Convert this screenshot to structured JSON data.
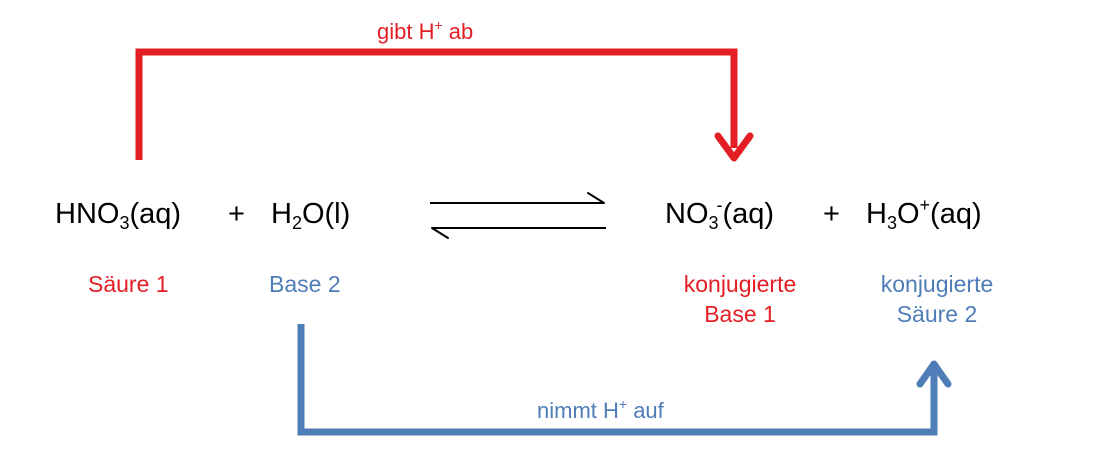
{
  "diagram": {
    "top_arrow": {
      "text": "gibt H",
      "sup": "+",
      "rest": " ab",
      "color": "#e31e24"
    },
    "bottom_arrow": {
      "text": "nimmt H",
      "sup": "+",
      "rest": " auf",
      "color": "#4f7db7"
    },
    "equation": {
      "reactant1": {
        "a": "HNO",
        "sub": "3",
        "b": "(aq)"
      },
      "plus1": "+",
      "reactant2": {
        "a": "H",
        "sub": "2",
        "b": "O(l)"
      },
      "product1": {
        "a": "NO",
        "sub": "3",
        "sup": "-",
        "b": "(aq)"
      },
      "plus2": "+",
      "product2": {
        "a": "H",
        "sub": "3",
        "b": "O",
        "sup": "+",
        "c": "(aq)"
      }
    },
    "labels": {
      "reactant1": "Säure 1",
      "reactant2": "Base 2",
      "product1_line1": "konjugierte",
      "product1_line2": "Base 1",
      "product2_line1": "konjugierte",
      "product2_line2": "Säure 2"
    },
    "colors": {
      "acid_color": "#e31e24",
      "base_color": "#4f7db7",
      "text_color": "#000000"
    }
  }
}
